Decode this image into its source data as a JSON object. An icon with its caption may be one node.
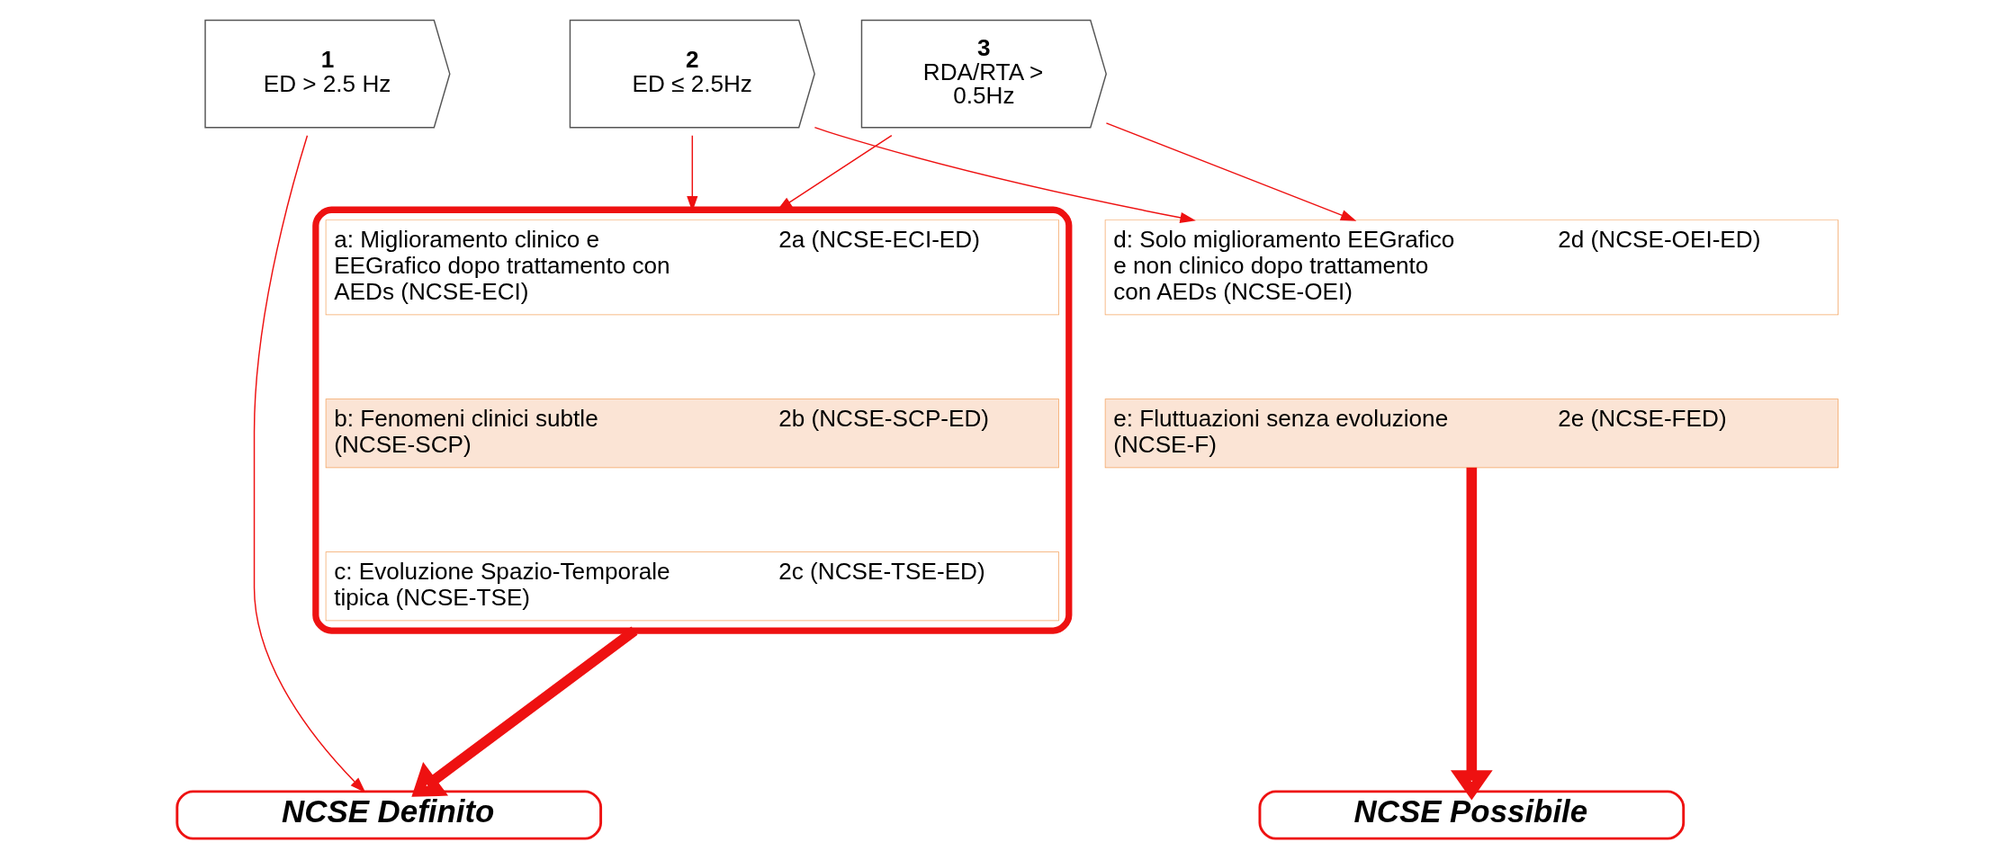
{
  "diagram": {
    "nodes": [
      {
        "text": [
          "1",
          "ED > 2.5 Hz"
        ]
      },
      {
        "text": [
          "2",
          "ED ≤ 2.5Hz"
        ]
      },
      {
        "text": [
          "3",
          "RDA/RTA > 0.5Hz"
        ]
      },
      {
        "text": [],
        "shape": "box"
      },
      {
        "text": [
          "a: Miglioramento clinico e EEGrafico dopo trattamento con AEDs (NCSE-ECI)",
          "2a (NCSE-ECI-ED)"
        ],
        "in": 3
      },
      {
        "text": [
          "b: Fenomeni clinici subtle (NCSE-SCP)",
          "2b (NCSE-SCP-ED)"
        ],
        "in": 3
      },
      {
        "text": [
          "c: Evoluzione Spazio-Temporale tipica (NCSE-TSE)",
          "2c (NCSE-TSE-ED)"
        ],
        "in": 3
      },
      {
        "text": [
          "d: Solo miglioramento EEGrafico e non clinico dopo trattamento con AEDs (NCSE-OEI)",
          "2d (NCSE-OEI-ED)"
        ]
      },
      {
        "text": [
          "e: Fluttuazioni senza evoluzione (NCSE-F)",
          "2e (NCSE-FED)"
        ]
      },
      {
        "text": [
          "NCSE Definito"
        ]
      },
      {
        "text": [
          "NCSE Possibile"
        ]
      }
    ],
    "edges": [
      {
        "from": 0,
        "to": 9,
        "arrow": "to"
      },
      {
        "from": 1,
        "to": 3,
        "arrow": "to"
      },
      {
        "from": 2,
        "to": 3,
        "arrow": "to"
      },
      {
        "from": 1,
        "to": 7,
        "arrow": "to"
      },
      {
        "from": 2,
        "to": 7,
        "arrow": "to"
      },
      {
        "from": 3,
        "to": 9,
        "arrow": "to",
        "style": "thick"
      },
      {
        "from": 8,
        "to": 10,
        "arrow": "to",
        "style": "thick"
      }
    ]
  }
}
